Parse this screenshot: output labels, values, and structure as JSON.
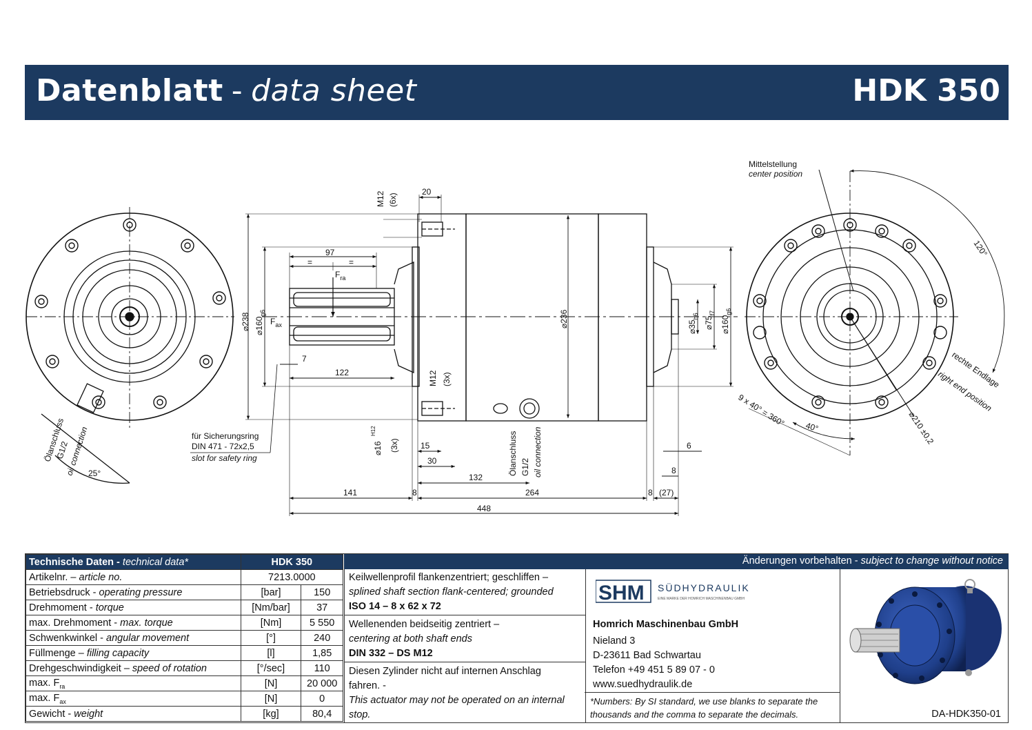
{
  "header": {
    "title_de": "Datenblatt",
    "title_sep": "-",
    "title_en": "data sheet",
    "model": "HDK 350"
  },
  "drawing": {
    "mittelstellung": "Mittelstellung",
    "center_position": "center position",
    "angle_120": "120°",
    "rechte_endlage": "rechte Endlage",
    "right_end_position": "right end position",
    "holes_9x40": "9 x 40° = 360°",
    "angle_40": "40°",
    "dia_210": "⌀210 ±0,2",
    "oelanschluss_left": "Ölanschluss",
    "g12_left": "G1/2",
    "oil_connection_left": "oil connection",
    "angle_25": "25°",
    "m12_top": "M12",
    "x6": "(6x)",
    "dim_20": "20",
    "dim_97": "97",
    "eq": "=",
    "fra_label": "F",
    "fra_sub": "ra",
    "fax_label": "F",
    "fax_sub": "ax",
    "dia_238": "⌀238",
    "dia_160_left": "⌀160",
    "g6": "g6",
    "dia_236": "⌀236",
    "dia_35": "⌀35",
    "h6": "h6",
    "dia_75": "⌀75",
    "f7": "f7",
    "dia_160_right": "⌀160",
    "dim_7": "7",
    "dim_122": "122",
    "m12_bottom": "M12",
    "x3": "(3x)",
    "safety_ring_de": "für Sicherungsring",
    "safety_ring_din": "DIN 471 - 72x2,5",
    "safety_ring_en": "slot for safety ring",
    "dia_16": "⌀16",
    "h12": "H12",
    "x3b": "(3x)",
    "dim_15": "15",
    "dim_30": "30",
    "oelanschluss_mid": "Ölanschluss",
    "g12_mid": "G1/2",
    "oil_connection_mid": "oil connection",
    "dim_132": "132",
    "dim_6": "6",
    "dim_8_right": "8",
    "dim_141": "141",
    "dim_8a": "8",
    "dim_264": "264",
    "dim_8b": "8",
    "dim_27": "(27)",
    "dim_448": "448"
  },
  "tech_table": {
    "header_de": "Technische Daten",
    "header_en": "technical data*",
    "header_model": "HDK 350",
    "rows": [
      {
        "de": "Artikelnr. –",
        "en": "article no.",
        "unit": "",
        "value": "7213.0000"
      },
      {
        "de": "Betriebsdruck -",
        "en": "operating pressure",
        "unit": "[bar]",
        "value": "150"
      },
      {
        "de": "Drehmoment -",
        "en": "torque",
        "unit": "[Nm/bar]",
        "value": "37"
      },
      {
        "de": "max. Drehmoment -",
        "en": "max. torque",
        "unit": "[Nm]",
        "value": "5 550"
      },
      {
        "de": "Schwenkwinkel -",
        "en": "angular movement",
        "unit": "[°]",
        "value": "240"
      },
      {
        "de": "Füllmenge –",
        "en": "filling capacity",
        "unit": "[l]",
        "value": "1,85"
      },
      {
        "de": "Drehgeschwindigkeit –",
        "en": "speed of rotation",
        "unit": "[°/sec]",
        "value": "110"
      },
      {
        "de": "max. F",
        "sub": "ra",
        "en": "",
        "unit": "[N]",
        "value": "20 000"
      },
      {
        "de": "max. F",
        "sub": "ax",
        "en": "",
        "unit": "[N]",
        "value": "0"
      },
      {
        "de": "Gewicht -",
        "en": "weight",
        "unit": "[kg]",
        "value": "80,4"
      }
    ]
  },
  "notice": {
    "de": "Änderungen vorbehalten -",
    "en": "subject to change without notice"
  },
  "specs": {
    "b1_de": "Keilwellenprofil flankenzentriert; geschliffen –",
    "b1_en": "splined shaft section flank-centered; grounded",
    "b1_norm": "ISO 14 – 8 x 62 x 72",
    "b2_de": "Wellenenden beidseitig zentriert –",
    "b2_en": "centering at both shaft ends",
    "b2_norm": "DIN 332 – DS M12",
    "b3_de1": "Diesen Zylinder nicht auf internen Anschlag",
    "b3_de2": "fahren. -",
    "b3_en1": "This actuator may not be operated on an internal",
    "b3_en2": "stop."
  },
  "company": {
    "logo_letters": "SHM",
    "logo_brand": "SÜDHYDRAULIK",
    "logo_tag": "EINE MARKE DER HOMRICH MASCHINENBAU GMBH",
    "name": "Homrich Maschinenbau GmbH",
    "street": "Nieland 3",
    "city": "D-23611 Bad Schwartau",
    "phone": "Telefon +49 451 5 89 07 - 0",
    "web": "www.suedhydraulik.de",
    "note1": "*Numbers: By SI standard, we use blanks to separate the",
    "note2": "thousands and the comma to separate the decimals."
  },
  "doc_no": "DA-HDK350-01",
  "colors": {
    "header_bg": "#1c3a60",
    "actuator_blue": "#1f3f8a"
  }
}
